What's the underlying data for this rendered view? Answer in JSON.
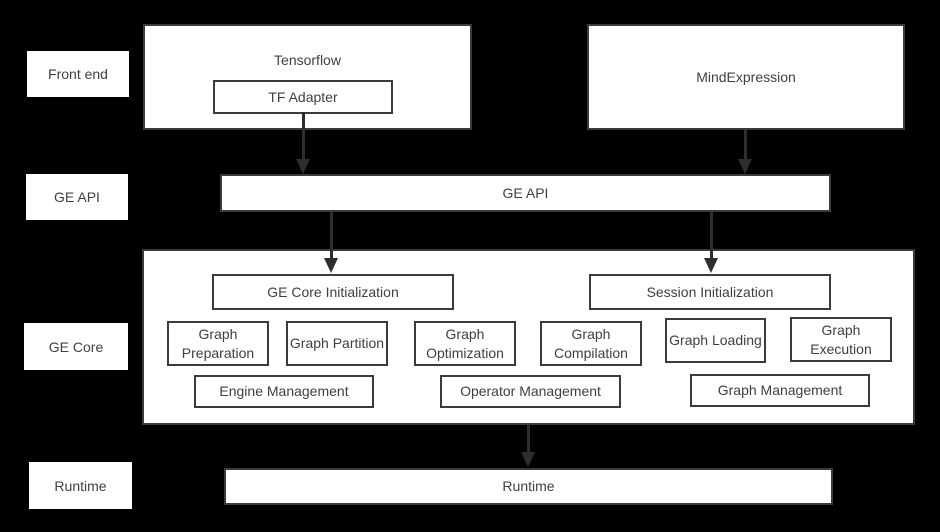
{
  "colors": {
    "background": "#000000",
    "box_fill": "#ffffff",
    "box_border": "#3b3b3b",
    "text": "#404040",
    "arrow": "#2e2e2e"
  },
  "side_labels": [
    {
      "label": "Front end"
    },
    {
      "label": "GE API"
    },
    {
      "label": "GE Core"
    },
    {
      "label": "Runtime"
    }
  ],
  "front_end": {
    "tensorflow": {
      "label": "Tensorflow",
      "adapter_label": "TF Adapter"
    },
    "mind_expression": {
      "label": "MindExpression"
    }
  },
  "ge_api_bar": {
    "label": "GE API"
  },
  "ge_core": {
    "init_boxes": [
      {
        "label": "GE Core Initialization"
      },
      {
        "label": "Session Initialization"
      }
    ],
    "stage_boxes": [
      {
        "label": "Graph Preparation"
      },
      {
        "label": "Graph Partition"
      },
      {
        "label": "Graph Optimization"
      },
      {
        "label": "Graph Compilation"
      },
      {
        "label": "Graph Loading"
      },
      {
        "label": "Graph Execution"
      }
    ],
    "management_boxes": [
      {
        "label": "Engine Management"
      },
      {
        "label": "Operator Management"
      },
      {
        "label": "Graph Management"
      }
    ]
  },
  "runtime_bar": {
    "label": "Runtime"
  }
}
